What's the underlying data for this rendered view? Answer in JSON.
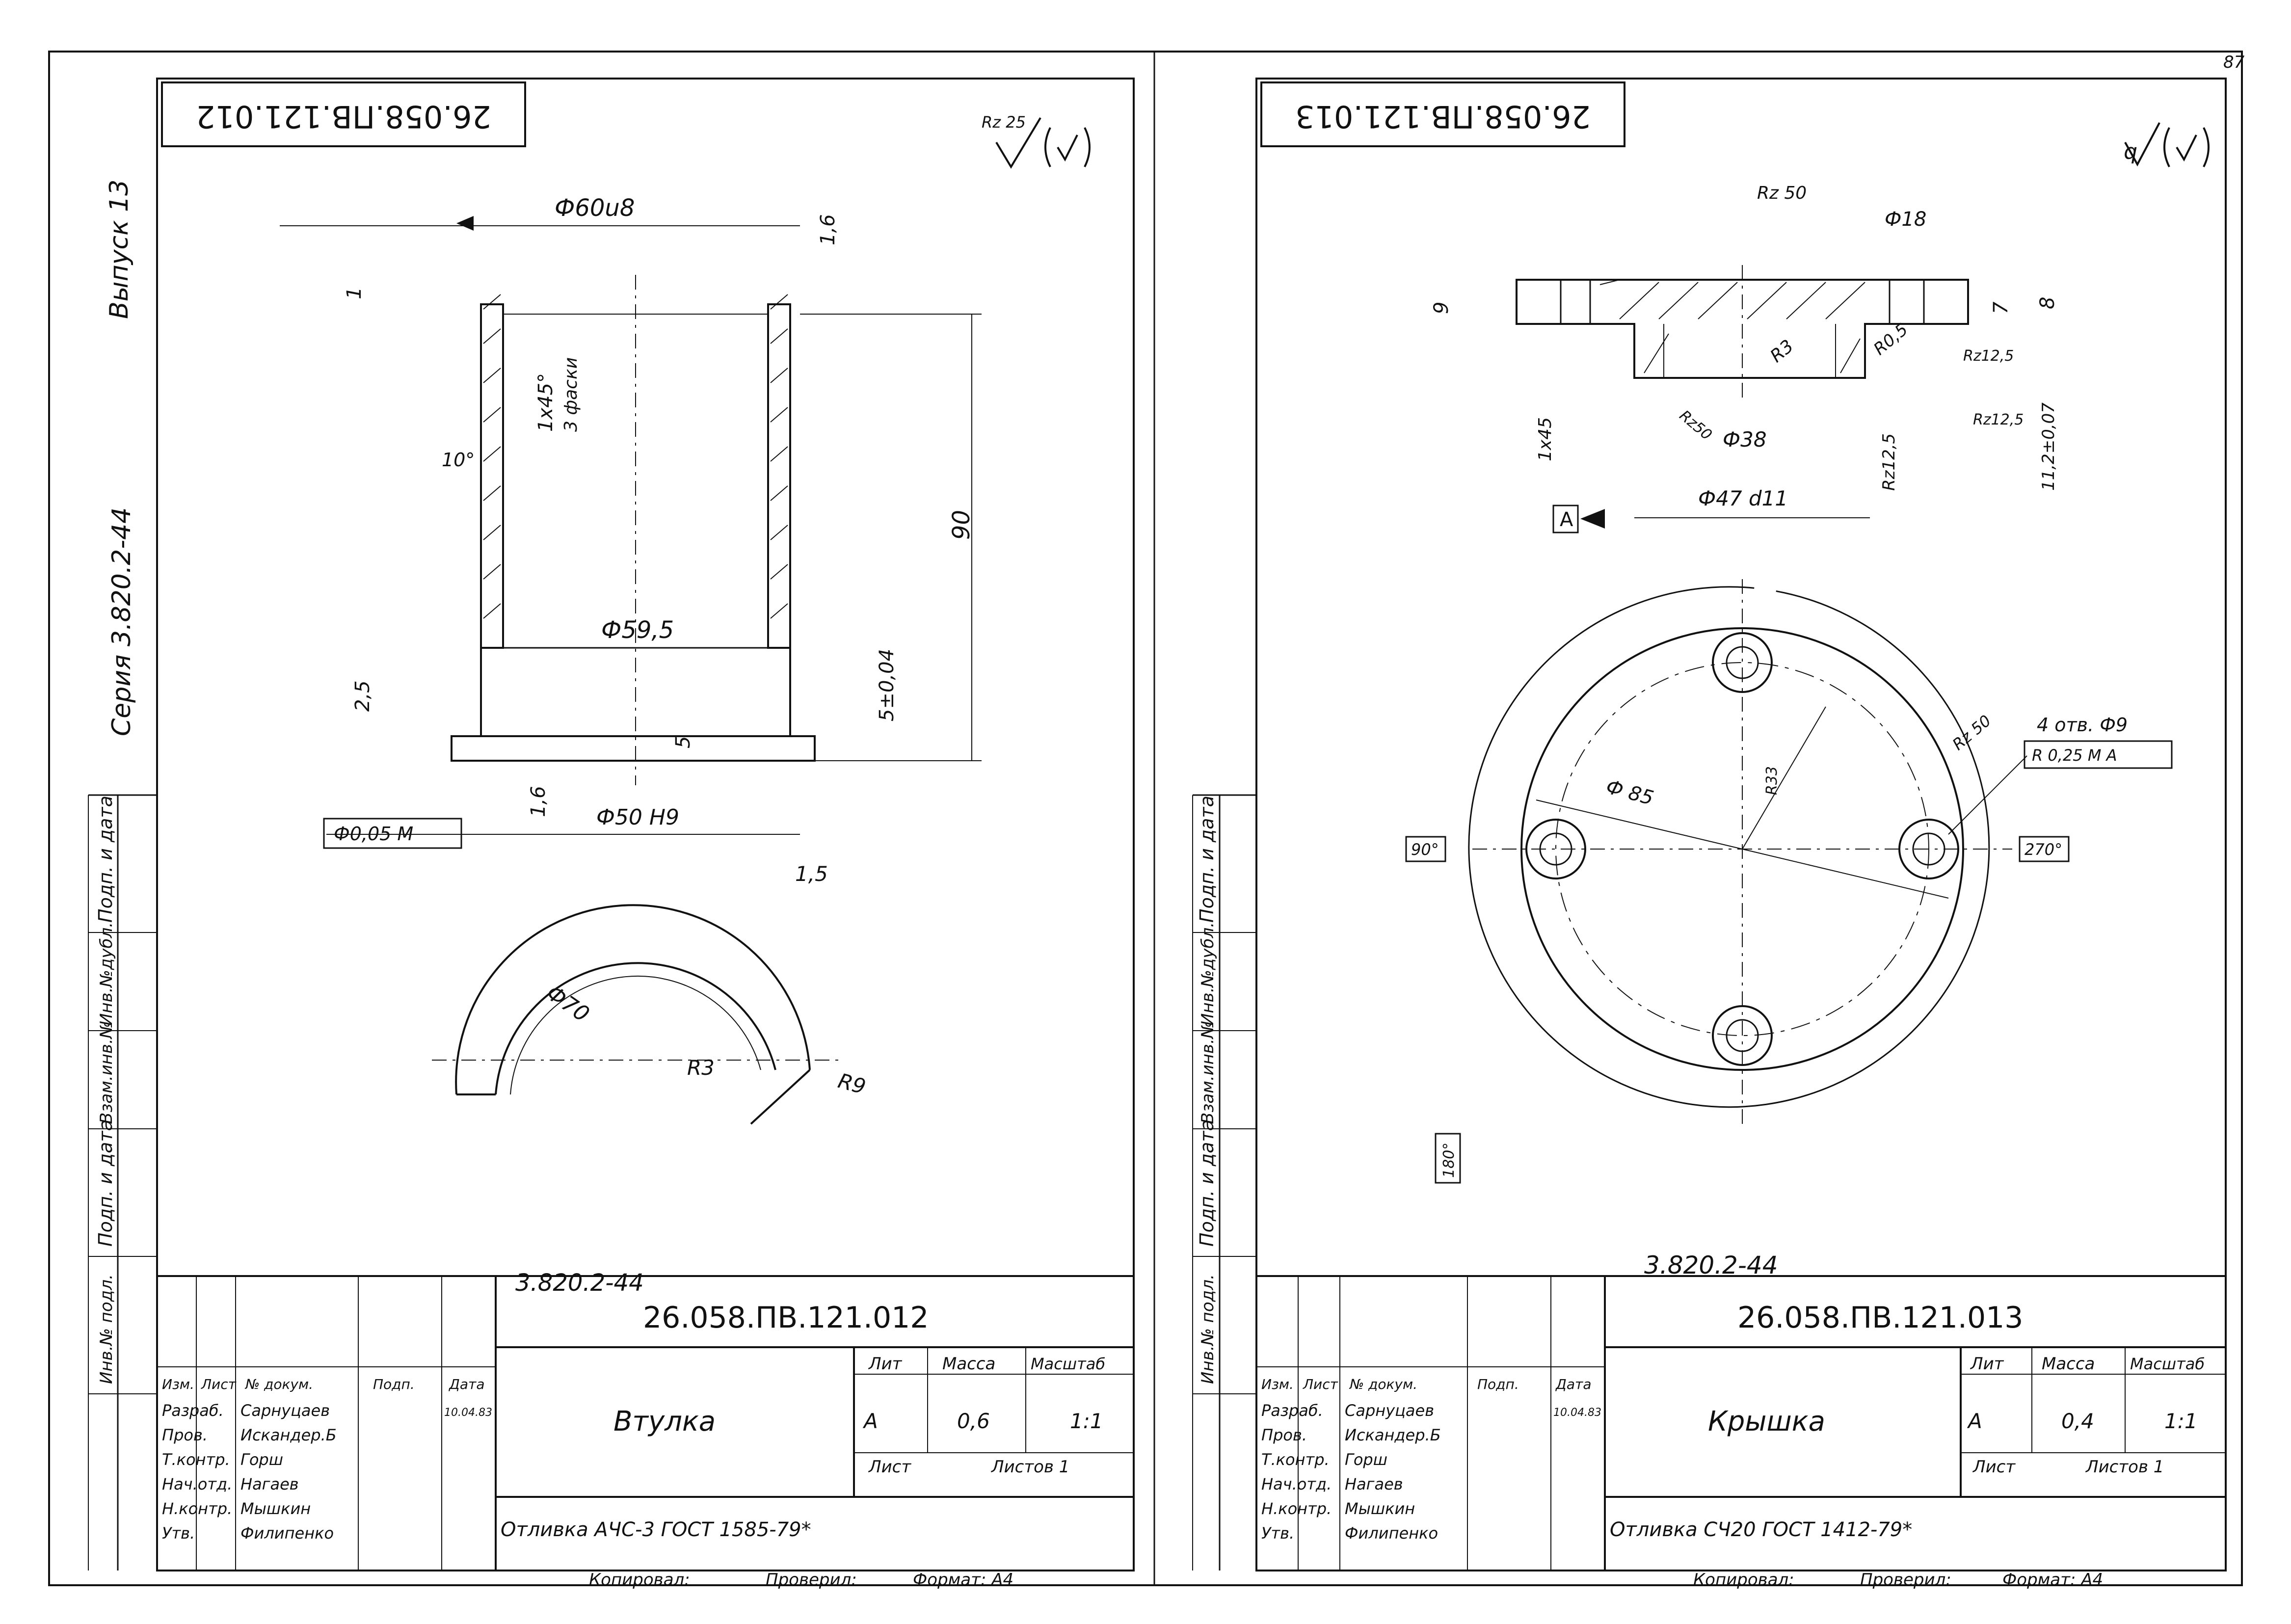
{
  "page_number": "87",
  "side_margin": {
    "issue": "Выпуск 13",
    "series": "Серия 3.820.2-44",
    "stamp_cells": [
      "Подп. и дата",
      "Инв.№дубл.",
      "Взам.инв.№",
      "Подп. и дата",
      "Инв.№ подл."
    ]
  },
  "title_headers": {
    "izm": "Изм.",
    "list": "Лист",
    "doc": "№ докум.",
    "podp": "Подп.",
    "data": "Дата",
    "lit": "Лит",
    "massa": "Масса",
    "masshtab": "Масштаб",
    "list2": "Лист",
    "listov": "Листов 1"
  },
  "title_roles": [
    {
      "role": "Разраб.",
      "name": "Сарнуцаев"
    },
    {
      "role": "Пров.",
      "name": "Искандер.Б"
    },
    {
      "role": "Т.контр.",
      "name": "Горш"
    },
    {
      "role": "Нач.отд.",
      "name": "Нагаев"
    },
    {
      "role": "Н.контр.",
      "name": "Мышкин"
    },
    {
      "role": "Утв.",
      "name": "Филипенко"
    }
  ],
  "date_value": "10.04.83",
  "footer": {
    "copied": "Копировал:",
    "checked": "Проверил:",
    "format": "Формат: А4"
  },
  "left": {
    "top_code": "26.058.ПВ.121.012",
    "roughness": "Rz 25",
    "designation": "26.058.ПВ.121.012",
    "series_note": "3.820.2-44",
    "name": "Втулка",
    "lit": "А",
    "mass": "0,6",
    "scale": "1:1",
    "material": "Отливка АЧС-3 ГОСТ 1585-79*",
    "dims": {
      "d_outer": "Ф60u8",
      "rough_16": "1,6",
      "dim_1": "1",
      "chamfer": "1x45°",
      "chamfer_note": "3 фаски",
      "angle": "10°",
      "h90": "90",
      "d_inner": "Ф59,5",
      "dim_25": "2,5",
      "dim_5": "5",
      "tol_5": "5±0,04",
      "d_flange": "Ф50 Н9",
      "tol_frame": "Ф0,05 М",
      "rough_16b": "1,6",
      "dim_15": "1,5",
      "r70": "Ф70",
      "r3": "R3",
      "r9": "R9"
    }
  },
  "right": {
    "top_code": "26.058.ПВ.121.013",
    "roughness": "b",
    "designation": "26.058.ПВ.121.013",
    "series_note": "3.820.2-44",
    "name": "Крышка",
    "lit": "А",
    "mass": "0,4",
    "scale": "1:1",
    "material": "Отливка СЧ20 ГОСТ 1412-79*",
    "dims": {
      "rz50": "Rz 50",
      "d18": "Ф18",
      "h9": "9",
      "r3": "R3",
      "r05": "R0,5",
      "rz125a": "Rz12,5",
      "h7": "7",
      "h8": "8",
      "rz50b": "Rz50",
      "chamfer": "1x45",
      "d38": "Ф38",
      "rz125b": "Rz12,5",
      "rz125c": "Rz12,5",
      "tol112": "11,2±0,07",
      "d47": "Ф47 d11",
      "datum": "A",
      "holes": "4 отв. Ф9",
      "pos_tol": "R 0,25 M A",
      "rz50c": "Rz 50",
      "d85": "Ф 85",
      "r33": "R33",
      "a90": "90°",
      "a270": "270°",
      "a180": "180°"
    }
  }
}
